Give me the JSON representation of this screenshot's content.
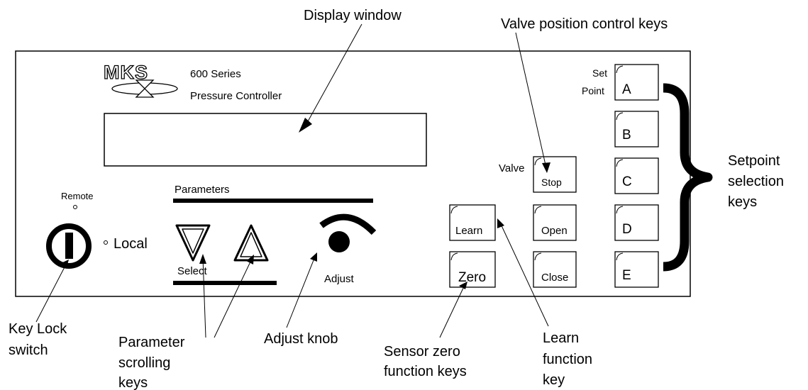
{
  "panel": {
    "brand_logo": "MKS",
    "series": "600 Series",
    "product": "Pressure Controller",
    "remote_label": "Remote",
    "local_label": "Local",
    "parameters_label": "Parameters",
    "select_label": "Select",
    "adjust_label": "Adjust",
    "valve_label": "Valve",
    "set_point_label": [
      "Set",
      "Point"
    ],
    "keys": {
      "learn": "Learn",
      "zero": "Zero",
      "stop": "Stop",
      "open": "Open",
      "close": "Close",
      "setpoints": [
        "A",
        "B",
        "C",
        "D",
        "E"
      ]
    }
  },
  "callouts": {
    "display_window": "Display window",
    "valve_keys": "Valve position control keys",
    "setpoint_keys": [
      "Setpoint",
      "selection",
      "keys"
    ],
    "key_lock": [
      "Key Lock",
      "switch"
    ],
    "parameter_keys": [
      "Parameter",
      "scrolling",
      "keys"
    ],
    "adjust_knob": "Adjust knob",
    "sensor_zero": [
      "Sensor zero",
      "function keys"
    ],
    "learn_key": [
      "Learn",
      "function",
      "key"
    ]
  }
}
